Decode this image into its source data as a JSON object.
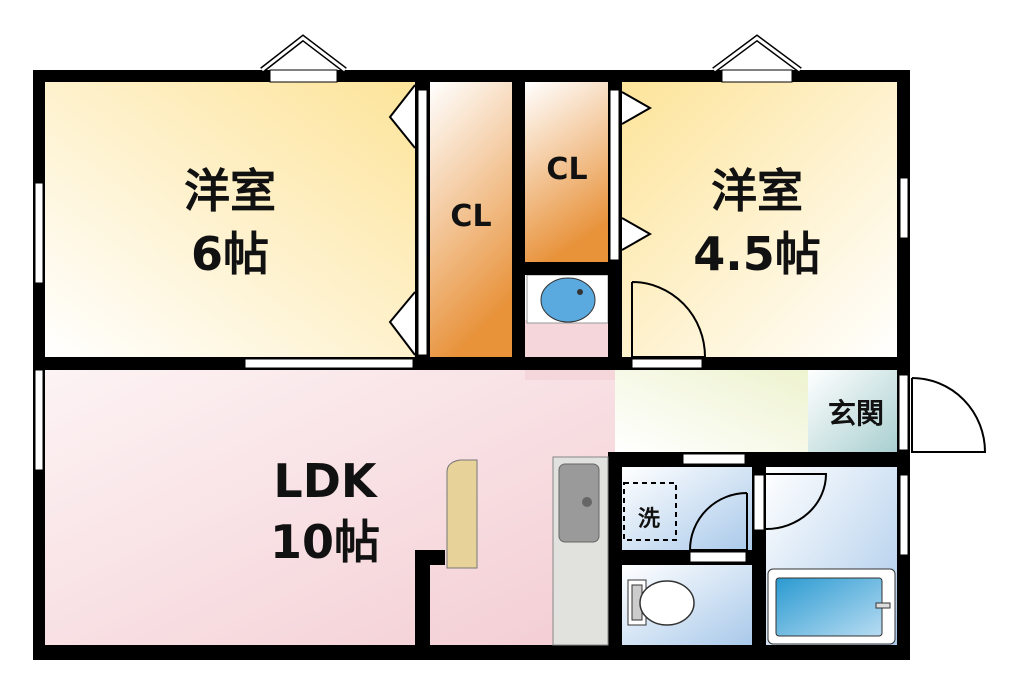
{
  "rooms": {
    "bedroom_west": {
      "name": "洋室",
      "size": "6帖"
    },
    "closet_west": {
      "name": "CL"
    },
    "closet_east": {
      "name": "CL"
    },
    "bedroom_east": {
      "name": "洋室",
      "size": "4.5帖"
    },
    "ldk": {
      "name": "LDK",
      "size": "10帖"
    },
    "entrance": {
      "name": "玄関"
    },
    "washer": {
      "name": "洗"
    }
  },
  "colors": {
    "wall": "#000000",
    "bedroom": "#fde49a",
    "closet": "#e8923a",
    "ldk": "#f3cdd3",
    "hall": "#eef3cf",
    "entrance": "#a9cfd0",
    "wet": "#a9c9ea",
    "bathtub": "#2a9ad1"
  }
}
